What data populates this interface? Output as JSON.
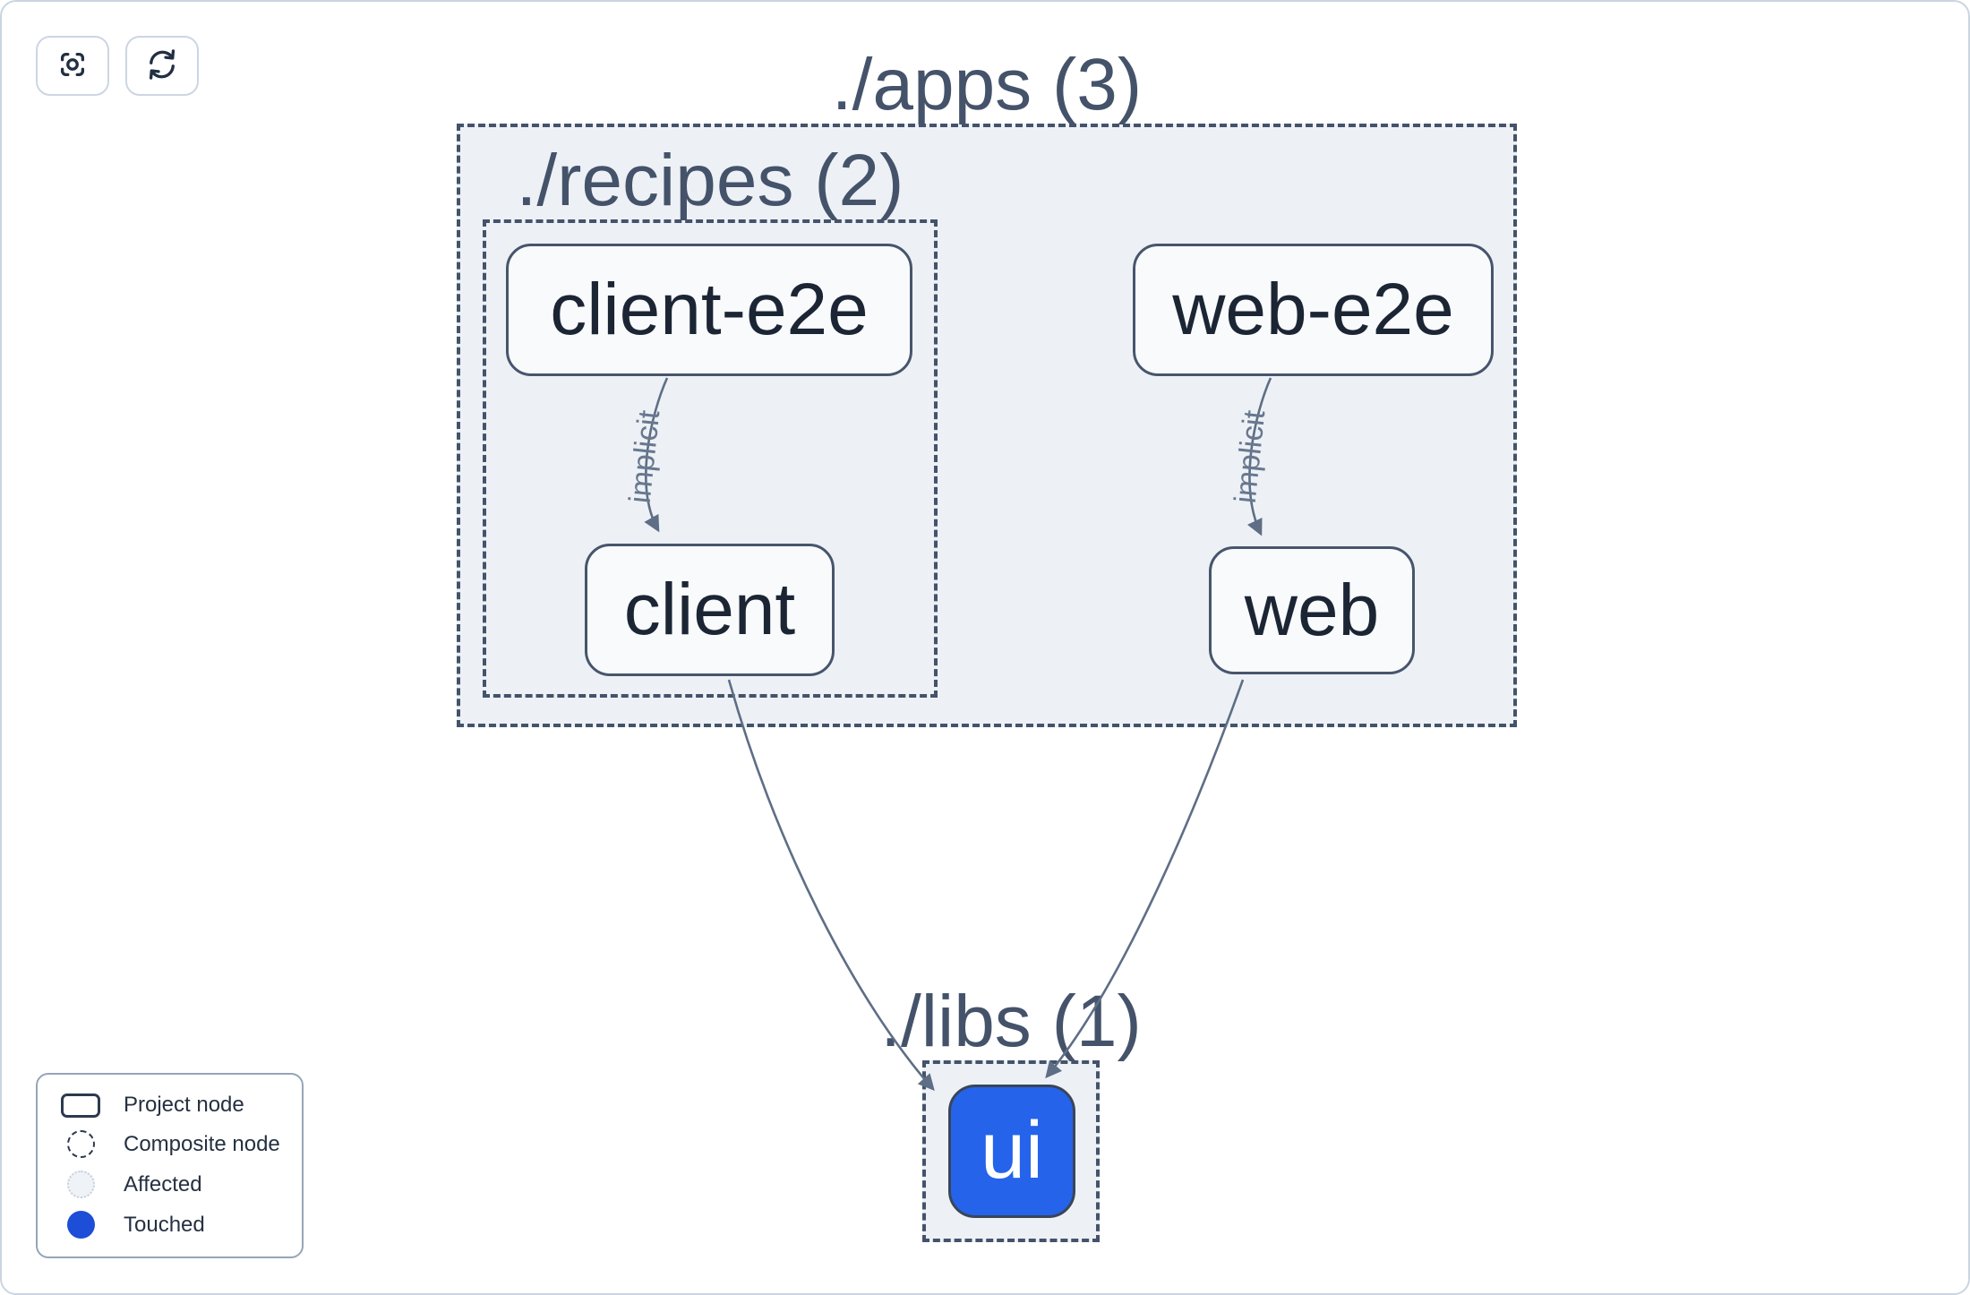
{
  "toolbar": {
    "buttons": [
      {
        "icon": "focus-icon"
      },
      {
        "icon": "refresh-icon"
      }
    ]
  },
  "graph": {
    "containers": [
      {
        "id": "apps",
        "label": "./apps (3)"
      },
      {
        "id": "recipes",
        "label": "./recipes (2)"
      },
      {
        "id": "libs",
        "label": "./libs (1)"
      }
    ],
    "nodes": [
      {
        "id": "client-e2e",
        "label": "client-e2e",
        "state": "normal"
      },
      {
        "id": "web-e2e",
        "label": "web-e2e",
        "state": "normal"
      },
      {
        "id": "client",
        "label": "client",
        "state": "normal"
      },
      {
        "id": "web",
        "label": "web",
        "state": "normal"
      },
      {
        "id": "ui",
        "label": "ui",
        "state": "touched"
      }
    ],
    "edges": [
      {
        "from": "client-e2e",
        "to": "client",
        "label": "implicit"
      },
      {
        "from": "web-e2e",
        "to": "web",
        "label": "implicit"
      },
      {
        "from": "client",
        "to": "ui",
        "label": ""
      },
      {
        "from": "web",
        "to": "ui",
        "label": ""
      }
    ]
  },
  "legend": {
    "items": [
      {
        "icon": "project-node-icon",
        "label": "Project node"
      },
      {
        "icon": "composite-node-icon",
        "label": "Composite node"
      },
      {
        "icon": "affected-icon",
        "label": "Affected"
      },
      {
        "icon": "touched-icon",
        "label": "Touched"
      }
    ]
  },
  "colors": {
    "touched_node_fill": "#2563eb",
    "touched_legend": "#1d4ed8",
    "container_fill": "#edf1f6",
    "node_fill": "#f8fafc",
    "dashed_border": "#44536a",
    "node_border": "#47556c",
    "node_text": "#1b2534",
    "edge": "#5e6e85",
    "page_border": "#cbd5e1",
    "affected_fill": "#eff3f8"
  }
}
